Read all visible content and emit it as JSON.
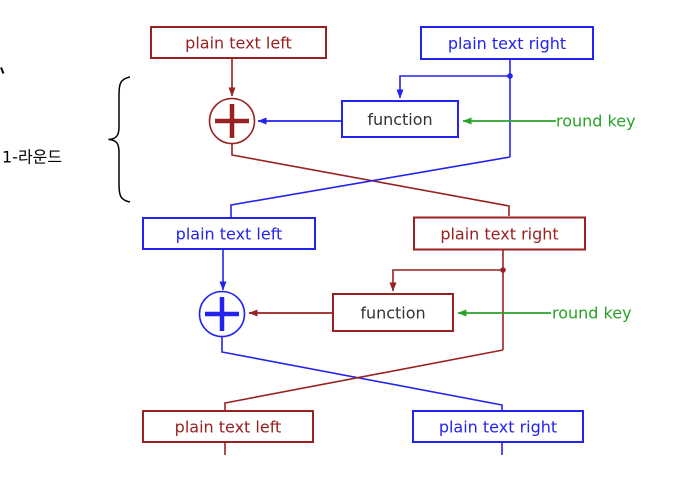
{
  "labels": {
    "round_bracket": "1-라운드",
    "top_left": "plain text left",
    "top_right": "plain text right",
    "mid_left": "plain text left",
    "mid_right": "plain text right",
    "bottom_left": "plain text left",
    "bottom_right": "plain text right",
    "function1": "function",
    "function2": "function",
    "round_key1": "round key",
    "round_key2": "round key"
  },
  "icons": {
    "xor1": "circled-plus-xor",
    "xor2": "circled-plus-xor",
    "junction1": "connection-dot",
    "junction2": "connection-dot",
    "brace": "left-curly-brace",
    "arrowheads": "filled-triangle"
  },
  "colors": {
    "dark_red": "#992121",
    "blue": "#2323ee",
    "green": "#28a228",
    "black": "#000000",
    "function_text": "#333333",
    "background": "#ffffff"
  }
}
